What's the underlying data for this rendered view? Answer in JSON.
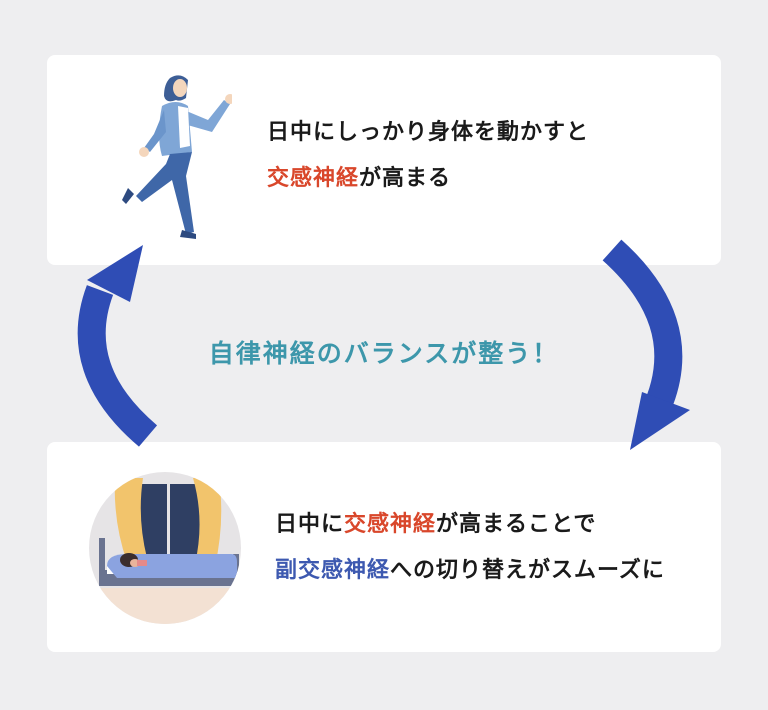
{
  "top_card": {
    "line1": "日中にしっかり身体を動かすと",
    "line2_highlight": "交感神経",
    "line2_rest": "が高まる",
    "illustration": "running-person"
  },
  "center": {
    "message": "自律神経のバランスが整う！"
  },
  "bottom_card": {
    "line1_prefix": "日中に",
    "line1_highlight": "交感神経",
    "line1_rest": "が高まることで",
    "line2_highlight": "副交感神経",
    "line2_rest": "への切り替えがスムーズに",
    "illustration": "sleeping-person-in-bed"
  },
  "colors": {
    "background": "#eeeef0",
    "card": "#ffffff",
    "sympathetic_red": "#d9472b",
    "parasympathetic_blue": "#3d59b0",
    "center_teal": "#3d97ab",
    "arrow_blue": "#2f4db5"
  }
}
